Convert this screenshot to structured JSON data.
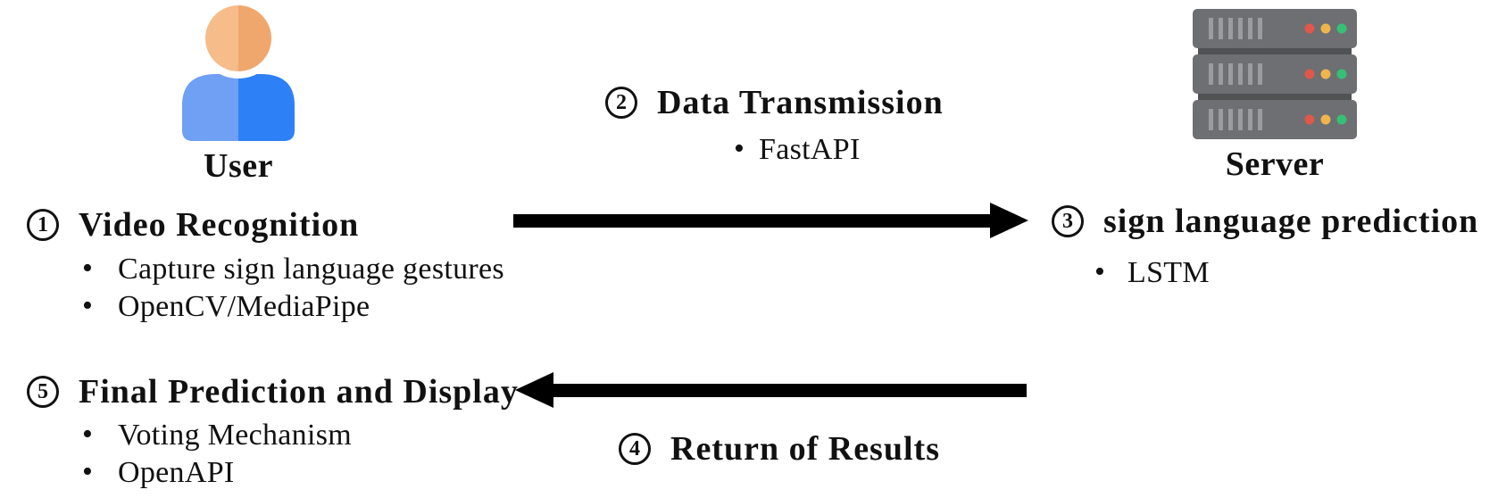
{
  "diagram": {
    "background": "#ffffff",
    "text_color": "#111111",
    "arrow_color": "#000000"
  },
  "actors": {
    "user": {
      "label": "User",
      "icon": "person-icon",
      "colors": {
        "head_left": "#f6bc8a",
        "head_right": "#f0a76d",
        "body_left": "#6fa0f3",
        "body_right": "#2e80f7"
      }
    },
    "server": {
      "label": "Server",
      "icon": "server-icon",
      "colors": {
        "chassis": "#6e6f72",
        "chassis_back": "#515254",
        "slat": "#9b9c9f",
        "led_red": "#e0574b",
        "led_yellow": "#eeb54c",
        "led_green": "#35c075"
      }
    }
  },
  "steps": {
    "step1": {
      "number": "1",
      "title": "Video Recognition",
      "bullets": [
        "Capture sign language gestures",
        "OpenCV/MediaPipe"
      ]
    },
    "step2": {
      "number": "2",
      "title": "Data Transmission",
      "bullets": [
        "FastAPI"
      ]
    },
    "step3": {
      "number": "3",
      "title": "sign language prediction",
      "bullets": [
        "LSTM"
      ]
    },
    "step4": {
      "number": "4",
      "title": "Return of Results"
    },
    "step5": {
      "number": "5",
      "title": "Final Prediction and Display",
      "bullets": [
        "Voting Mechanism",
        "OpenAPI"
      ]
    }
  },
  "arrows": {
    "request": {
      "direction": "right"
    },
    "response": {
      "direction": "left"
    }
  }
}
